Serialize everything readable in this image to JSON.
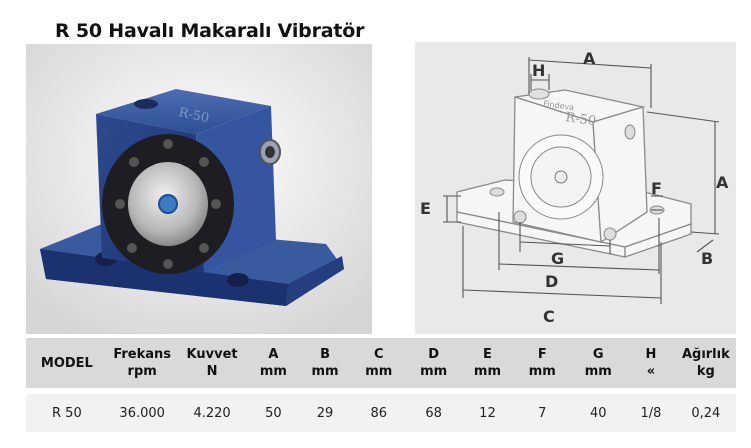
{
  "title": "R 50 Havalı Makaralı Vibratör",
  "photo": {
    "model_mark": "R-50",
    "body_color": "#2d4a8e"
  },
  "drawing": {
    "model_mark": "R-50",
    "brand_mark": "Findeva",
    "dims": {
      "A": "A",
      "A2": "A",
      "B": "B",
      "C": "C",
      "D": "D",
      "E": "E",
      "F": "F",
      "G": "G",
      "H": "H"
    }
  },
  "table": {
    "headers": [
      {
        "l1": "MODEL",
        "l2": ""
      },
      {
        "l1": "Frekans",
        "l2": "rpm"
      },
      {
        "l1": "Kuvvet",
        "l2": "N"
      },
      {
        "l1": "A",
        "l2": "mm"
      },
      {
        "l1": "B",
        "l2": "mm"
      },
      {
        "l1": "C",
        "l2": "mm"
      },
      {
        "l1": "D",
        "l2": "mm"
      },
      {
        "l1": "E",
        "l2": "mm"
      },
      {
        "l1": "F",
        "l2": "mm"
      },
      {
        "l1": "G",
        "l2": "mm"
      },
      {
        "l1": "H",
        "l2": "«"
      },
      {
        "l1": "Ağırlık",
        "l2": "kg"
      }
    ],
    "row": [
      "R 50",
      "36.000",
      "4.220",
      "50",
      "29",
      "86",
      "68",
      "12",
      "7",
      "40",
      "1/8",
      "0,24"
    ]
  }
}
